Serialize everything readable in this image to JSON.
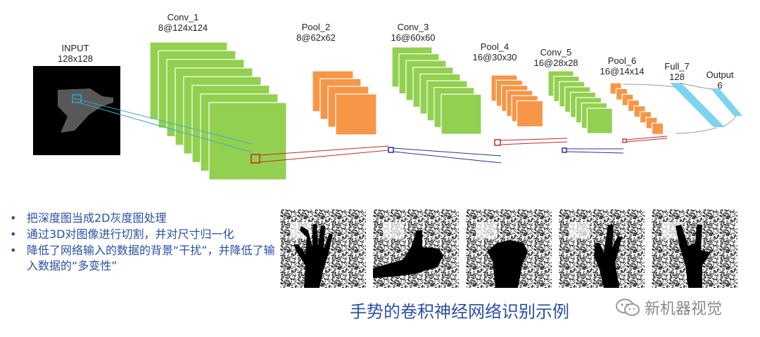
{
  "diagram": {
    "layers": [
      {
        "name": "INPUT",
        "size": "128x128"
      },
      {
        "name": "Conv_1",
        "size": "8@124x124"
      },
      {
        "name": "Pool_2",
        "size": "8@62x62"
      },
      {
        "name": "Conv_3",
        "size": "16@60x60"
      },
      {
        "name": "Pool_4",
        "size": "16@30x30"
      },
      {
        "name": "Conv_5",
        "size": "16@28x28"
      },
      {
        "name": "Pool_6",
        "size": "16@14x14"
      },
      {
        "name": "Full_7",
        "size": "128"
      },
      {
        "name": "Output",
        "size": "6"
      }
    ],
    "colors": {
      "conv": "#92d050",
      "pool": "#f79646",
      "full": "#7dd3f0",
      "input": "#000000"
    }
  },
  "bullets": [
    "把深度图当成2D灰度图处理",
    "通过3D对图像进行切割，并对尺寸归一化",
    "降低了网络输入的数据的背景“干扰”，并降低了输入数据的“多变性”"
  ],
  "photos": {
    "count": 5,
    "gestures": [
      "open-palm",
      "thumbs-up",
      "fist",
      "two-fingers",
      "v-sign"
    ]
  },
  "caption": "手势的卷积神经网络识别示例",
  "watermark": "新机器视觉"
}
